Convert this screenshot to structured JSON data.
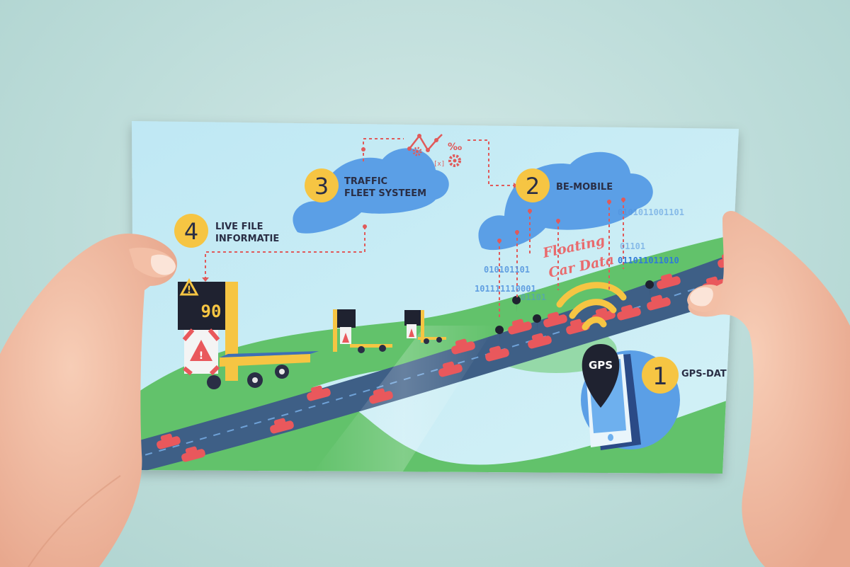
{
  "steps": [
    {
      "number": "1",
      "label_lines": [
        "GPS-DAT"
      ]
    },
    {
      "number": "2",
      "label_lines": [
        "BE-MOBILE"
      ]
    },
    {
      "number": "3",
      "label_lines": [
        "TRAFFIC",
        "FLEET SYSTEEM"
      ]
    },
    {
      "number": "4",
      "label_lines": [
        "LIVE FILE",
        "INFORMATIE"
      ]
    }
  ],
  "gps_label": "GPS",
  "floating_car_data": [
    "Floating",
    "Car Data"
  ],
  "sign": {
    "speed": "90",
    "warning": "!"
  },
  "analytics": {
    "percent": "‰",
    "bracket": "[x]"
  },
  "binary": [
    "010101101",
    "101111110001",
    "01101",
    "0101011001101",
    "01101",
    "011011011010"
  ],
  "colors": {
    "card_bg": "#cdeef6",
    "cloud": "#5b9fe6",
    "badge": "#f6c543",
    "road": "#3e5f86",
    "grass": "#62c26b",
    "car": "#e9585c",
    "dotted_line": "#e05a5a",
    "text": "#2a2e45"
  }
}
